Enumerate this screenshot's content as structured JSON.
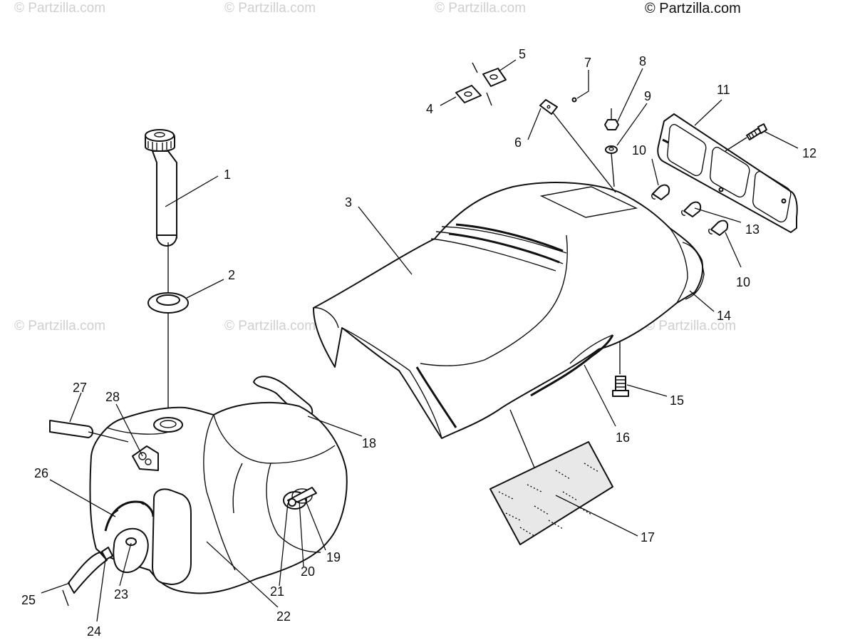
{
  "watermarks": {
    "text": "© Partzilla.com",
    "main": "© Partzilla.com"
  },
  "callouts": [
    {
      "label": "1"
    },
    {
      "label": "2"
    },
    {
      "label": "3"
    },
    {
      "label": "4"
    },
    {
      "label": "5"
    },
    {
      "label": "6"
    },
    {
      "label": "7"
    },
    {
      "label": "8"
    },
    {
      "label": "9"
    },
    {
      "label": "10"
    },
    {
      "label": "10"
    },
    {
      "label": "11"
    },
    {
      "label": "12"
    },
    {
      "label": "13"
    },
    {
      "label": "14"
    },
    {
      "label": "15"
    },
    {
      "label": "16"
    },
    {
      "label": "17"
    },
    {
      "label": "18"
    },
    {
      "label": "19"
    },
    {
      "label": "20"
    },
    {
      "label": "21"
    },
    {
      "label": "22"
    },
    {
      "label": "23"
    },
    {
      "label": "24"
    },
    {
      "label": "25"
    },
    {
      "label": "26"
    },
    {
      "label": "27"
    },
    {
      "label": "28"
    }
  ]
}
